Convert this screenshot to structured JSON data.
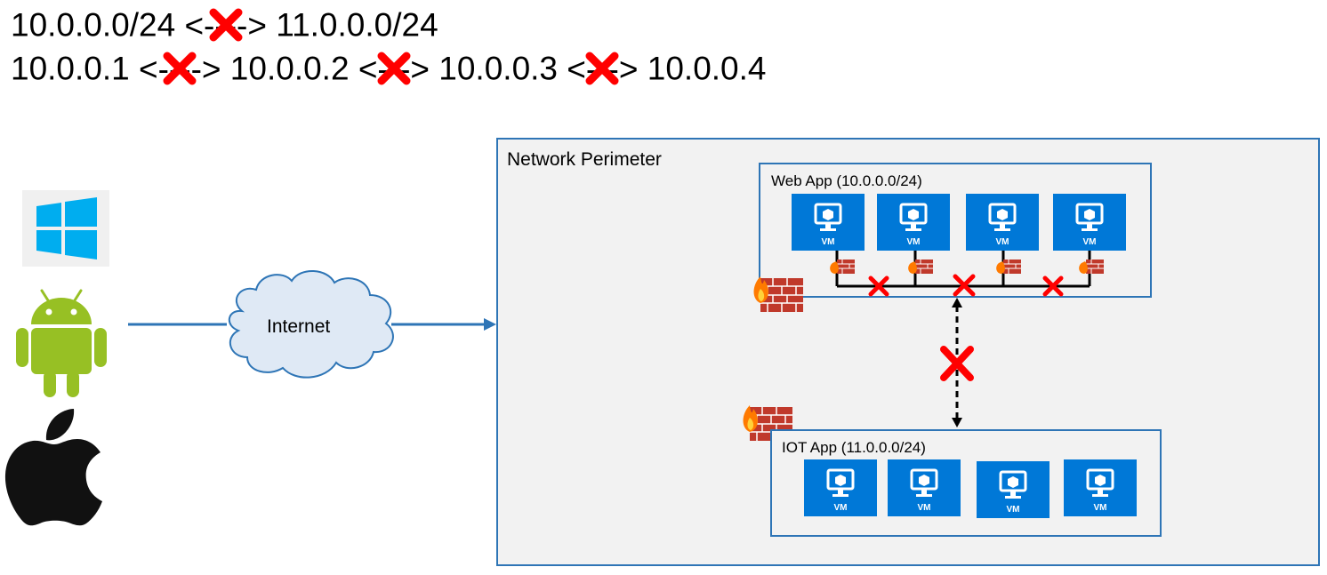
{
  "header": {
    "line1": {
      "left": "10.0.0.0/24",
      "arrow": "<---->",
      "right": "11.0.0.0/24"
    },
    "line2": {
      "ip1": "10.0.0.1",
      "ip2": "10.0.0.2",
      "ip3": "10.0.0.3",
      "ip4": "10.0.0.4",
      "arrow_a": "<---->",
      "arrow_b": "<--->",
      "arrow_c": "<--->"
    }
  },
  "diagram": {
    "internet_label": "Internet",
    "perimeter_label": "Network Perimeter",
    "web_app": {
      "label": "Web App (10.0.0.0/24)",
      "vms": [
        "VM",
        "VM",
        "VM",
        "VM"
      ]
    },
    "iot_app": {
      "label": "IOT App (11.0.0.0/24)",
      "vms": [
        "VM",
        "VM",
        "VM",
        "VM"
      ]
    },
    "clients": [
      "windows-icon",
      "android-icon",
      "apple-icon"
    ]
  },
  "colors": {
    "accent_blue": "#2e75b6",
    "vm_blue": "#0078d7",
    "block_red": "#ff0000",
    "firewall_red": "#c0392b",
    "cloud_fill": "#dfe9f5"
  }
}
